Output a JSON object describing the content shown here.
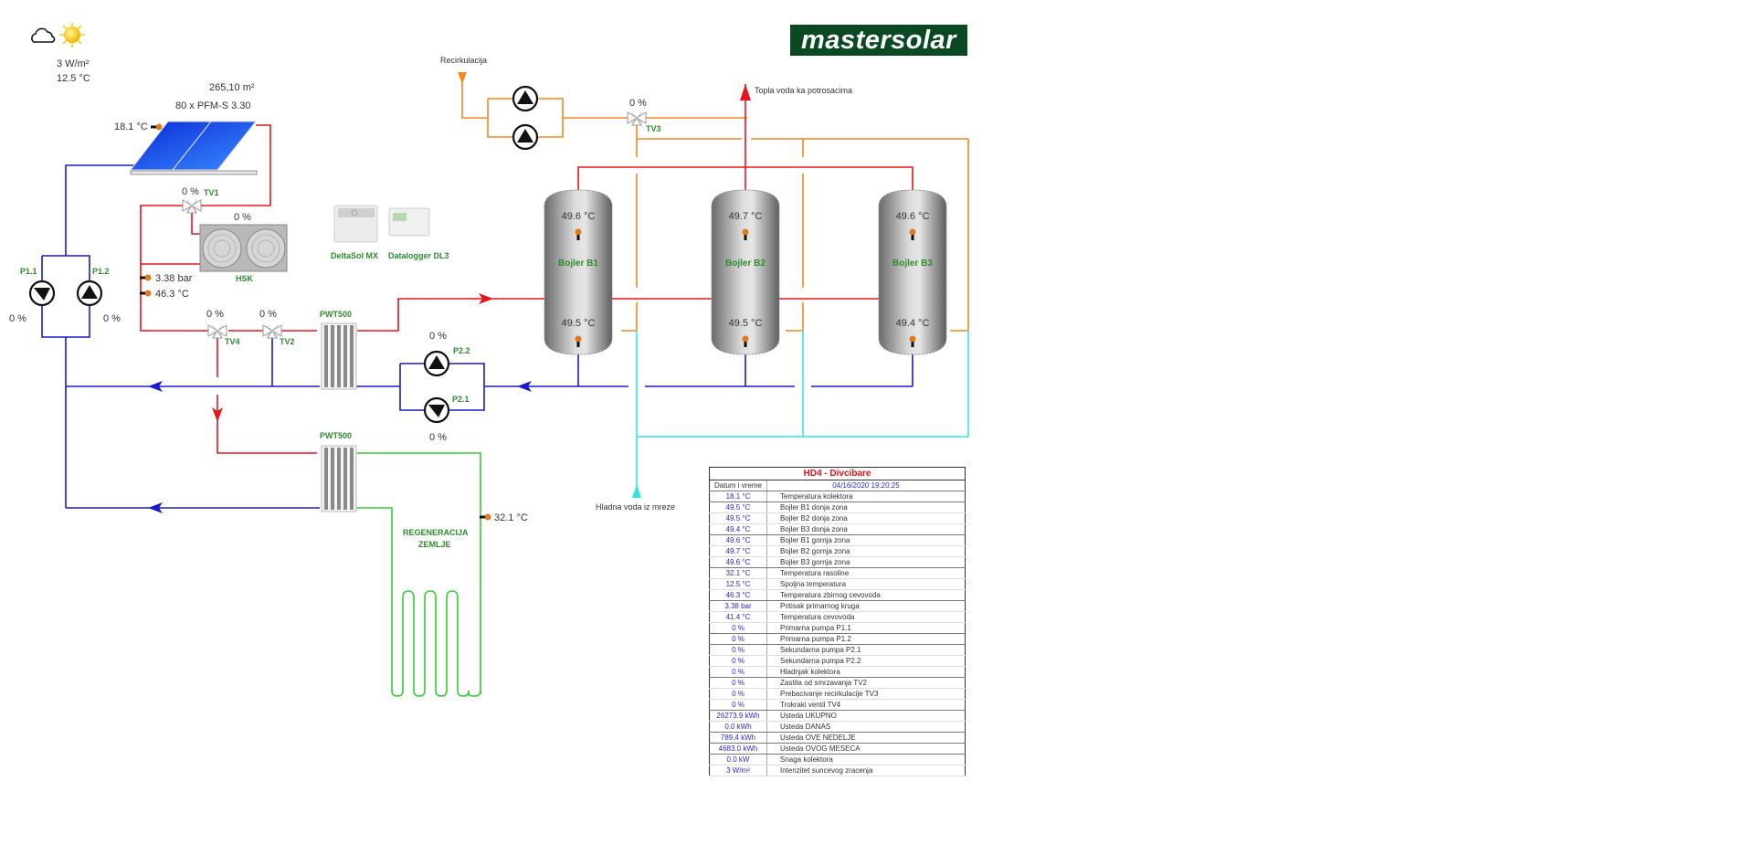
{
  "weather": {
    "icons": [
      "cloud-icon",
      "sun-icon"
    ],
    "irradiance": "3 W/m²",
    "outdoor_temp": "12.5 °C"
  },
  "logo": {
    "text": "mastersolar"
  },
  "collector": {
    "area": "265,10 m²",
    "model": "80 x PFM-S 3.30",
    "temp": "18.1 °C"
  },
  "valves": {
    "tv1": {
      "label": "TV1",
      "value": "0 %"
    },
    "tv2": {
      "label": "TV2",
      "value": "0 %"
    },
    "tv3": {
      "label": "TV3",
      "value": "0 %"
    },
    "tv4": {
      "label": "TV4",
      "value": "0 %"
    }
  },
  "hsk": {
    "label": "HSK",
    "value": "0 %"
  },
  "primary": {
    "pressure": "3.38 bar",
    "temp": "46.3 °C"
  },
  "pumps": {
    "p11": {
      "label": "P1.1",
      "value": "0 %"
    },
    "p12": {
      "label": "P1.2",
      "value": "0 %"
    },
    "p21": {
      "label": "P2.1",
      "value": "0 %"
    },
    "p22": {
      "label": "P2.2",
      "value": "0 %"
    }
  },
  "devices": {
    "controller": "DeltaSol MX",
    "datalogger": "Datalogger DL3"
  },
  "exchangers": {
    "top": "PWT500",
    "bottom": "PWT500"
  },
  "regeneration": {
    "label_line1": "REGENERACIJA",
    "label_line2": "ZEMLJE",
    "temp": "32.1 °C"
  },
  "recirculation": {
    "label": "Recirkulacija"
  },
  "hot_water_out": {
    "label": "Topla voda ka potrosacima"
  },
  "cold_water_in": {
    "label": "Hladna voda iz mreze"
  },
  "tanks": [
    {
      "name": "Bojler B1",
      "top": "49.6 °C",
      "bottom": "49.5 °C"
    },
    {
      "name": "Bojler B2",
      "top": "49.7 °C",
      "bottom": "49.5 °C"
    },
    {
      "name": "Bojler B3",
      "top": "49.6 °C",
      "bottom": "49.4 °C"
    }
  ],
  "colors": {
    "hot": "#e8141c",
    "cold": "#1a1acc",
    "recirc": "#f5891f",
    "mains": "#33e6e6",
    "ground": "#33cc33",
    "label_green": "#2e8b2e",
    "table_value": "#2a2ad0",
    "table_title": "#e0101a",
    "logo_bg": "#0a4a22"
  },
  "table": {
    "title": "HD4 - Divcibare",
    "datetime_label": "Datum i vreme",
    "datetime_value": "04/16/2020 19:20:25",
    "rows": [
      {
        "value": "18.1 °C",
        "name": "Temperatura kolektora"
      },
      {
        "value": "49.5 °C",
        "name": "Bojler B1 donja zona"
      },
      {
        "value": "49.5 °C",
        "name": "Bojler B2 donja zona"
      },
      {
        "value": "49.4 °C",
        "name": "Bojler B3 donja zona"
      },
      {
        "value": "49.6 °C",
        "name": "Bojler B1 gornja zona"
      },
      {
        "value": "49.7 °C",
        "name": "Bojler B2 gornja zona"
      },
      {
        "value": "49.6 °C",
        "name": "Bojler B3 gornja zona"
      },
      {
        "value": "32.1 °C",
        "name": "Temperatura rasoline"
      },
      {
        "value": "12.5 °C",
        "name": "Spoljna temperatura"
      },
      {
        "value": "46.3 °C",
        "name": "Temperatura zbirnog cevovoda"
      },
      {
        "value": "3.38 bar",
        "name": "Pritisak primarnog kruga"
      },
      {
        "value": "41.4 °C",
        "name": "Temperatura cevovoda"
      },
      {
        "value": "0 %",
        "name": "Primarna pumpa P1.1"
      },
      {
        "value": "0 %",
        "name": "Primarna pumpa P1.2"
      },
      {
        "value": "0 %",
        "name": "Sekundarna pumpa P2.1"
      },
      {
        "value": "0 %",
        "name": "Sekundarna pumpa P2.2"
      },
      {
        "value": "0 %",
        "name": "Hladnjak kolektora"
      },
      {
        "value": "0 %",
        "name": "Zastita od smrzavanja TV2"
      },
      {
        "value": "0 %",
        "name": "Prebacivanje recirkulacije TV3"
      },
      {
        "value": "0 %",
        "name": "Trokraki ventil TV4"
      },
      {
        "value": "26273.9 kWh",
        "name": "Usteda UKUPNO"
      },
      {
        "value": "0.0 kWh",
        "name": "Usteda DANAS"
      },
      {
        "value": "789.4 kWh",
        "name": "Usteda OVE NEDELJE"
      },
      {
        "value": "4683.0 kWh",
        "name": "Usteda OVOG MESECA"
      },
      {
        "value": "0.0 kW",
        "name": "Snaga kolektora"
      },
      {
        "value": "3 W/m²",
        "name": "Intenzitet suncevog zracenja"
      }
    ]
  }
}
